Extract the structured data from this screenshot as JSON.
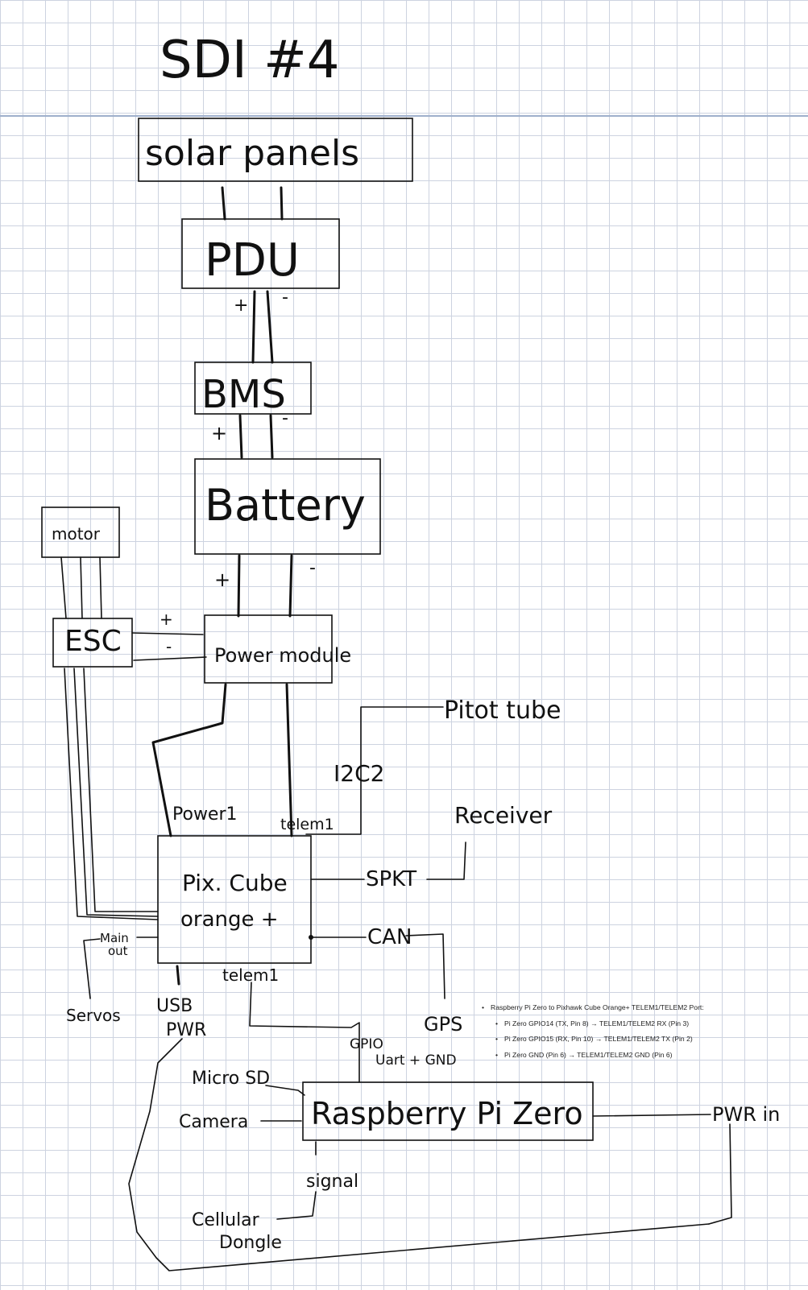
{
  "title": "SDI #4",
  "components": {
    "solar_panels": "solar panels",
    "pdu": "PDU",
    "bms": "BMS",
    "battery": "Battery",
    "motor": "motor",
    "esc": "ESC",
    "power_module": "Power module",
    "pixcube_line1": "Pix. Cube",
    "pixcube_line2": "orange +",
    "pitot_tube": "Pitot tube",
    "receiver": "Receiver",
    "gps": "GPS",
    "raspberry_pi": "Raspberry Pi Zero",
    "microsd": "Micro SD",
    "camera": "Camera",
    "cellular_line1": "Cellular",
    "cellular_line2": "Dongle",
    "pwr_in": "PWR in",
    "servos": "Servos"
  },
  "labels": {
    "plus": "+",
    "minus": "-",
    "i2c2": "I2C2",
    "power1": "Power1",
    "telem1_top": "telem1",
    "spkt": "SPKT",
    "can": "CAN",
    "main_out_line1": "Main",
    "main_out_line2": "out",
    "usb": "USB",
    "pwr": "PWR",
    "telem1_bottom": "telem1",
    "gpio": "GPIO",
    "uart_gnd": "Uart + GND",
    "signal": "signal"
  },
  "notes": {
    "header": "Raspberry Pi Zero to Pixhawk Cube Orange+ TELEM1/TELEM2 Port:",
    "items": [
      "Pi Zero GPIO14 (TX, Pin 8) → TELEM1/TELEM2 RX (Pin 3)",
      "Pi Zero GPIO15 (RX, Pin 10) → TELEM1/TELEM2 TX (Pin 2)",
      "Pi Zero GND (Pin 6) → TELEM1/TELEM2 GND (Pin 6)"
    ]
  },
  "colors": {
    "ink": "#111111",
    "grid": "#cdd3e0",
    "divider": "#9fb0cc"
  }
}
